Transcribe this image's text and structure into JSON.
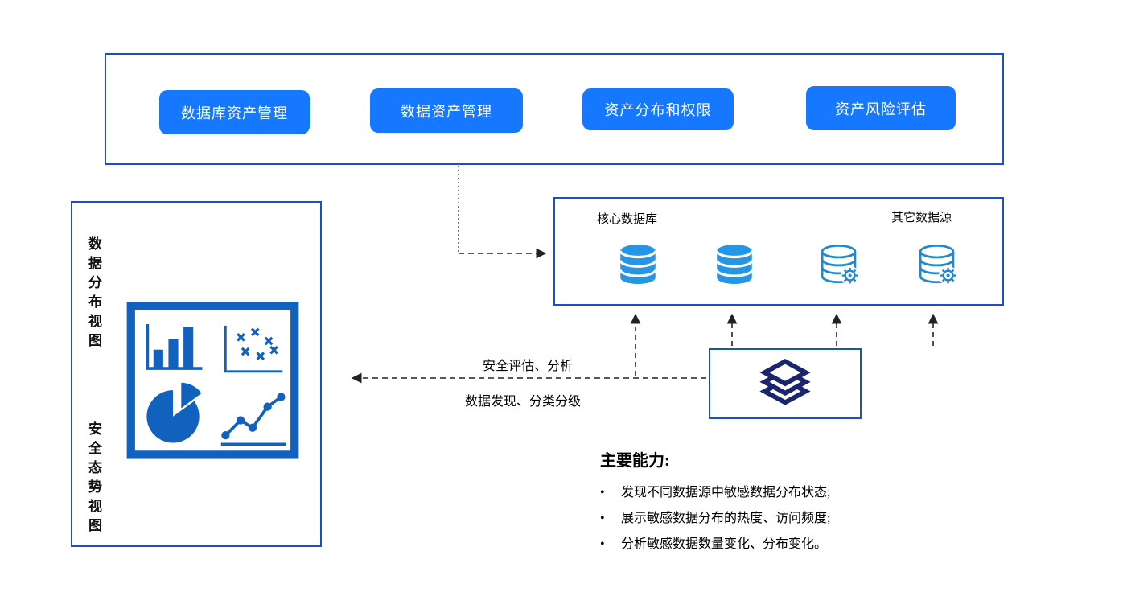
{
  "colors": {
    "button_blue": "#1677ff",
    "panel_border_blue": "#1e4fc2",
    "chart_blue": "#1161be",
    "db_solid_blue": "#2596e6",
    "db_outline_blue": "#1e88d0",
    "layers_navy": "#1a2570",
    "arrow_black": "#222222"
  },
  "top_panel": {
    "buttons": [
      {
        "label": "数据库资产管理"
      },
      {
        "label": "数据资产管理"
      },
      {
        "label": "资产分布和权限"
      },
      {
        "label": "资产风险评估"
      }
    ]
  },
  "left_panel": {
    "top_label": "数据分布视图",
    "bottom_label": "安全态势视图",
    "icon": "dashboard-charts-icon"
  },
  "datasource_panel": {
    "core_label": "核心数据库",
    "other_label": "其它数据源",
    "icons": [
      "database-icon",
      "database-icon",
      "database-gear-icon",
      "database-gear-icon"
    ]
  },
  "engine": {
    "icon": "layers-icon"
  },
  "flow_labels": {
    "top": "安全评估、分析",
    "bottom": "数据发现、分类分级"
  },
  "capabilities": {
    "title": "主要能力:",
    "bullet": "•",
    "items": [
      "发现不同数据源中敏感数据分布状态;",
      "展示敏感数据分布的热度、访问频度;",
      "分析敏感数据数量变化、分布变化。"
    ]
  }
}
